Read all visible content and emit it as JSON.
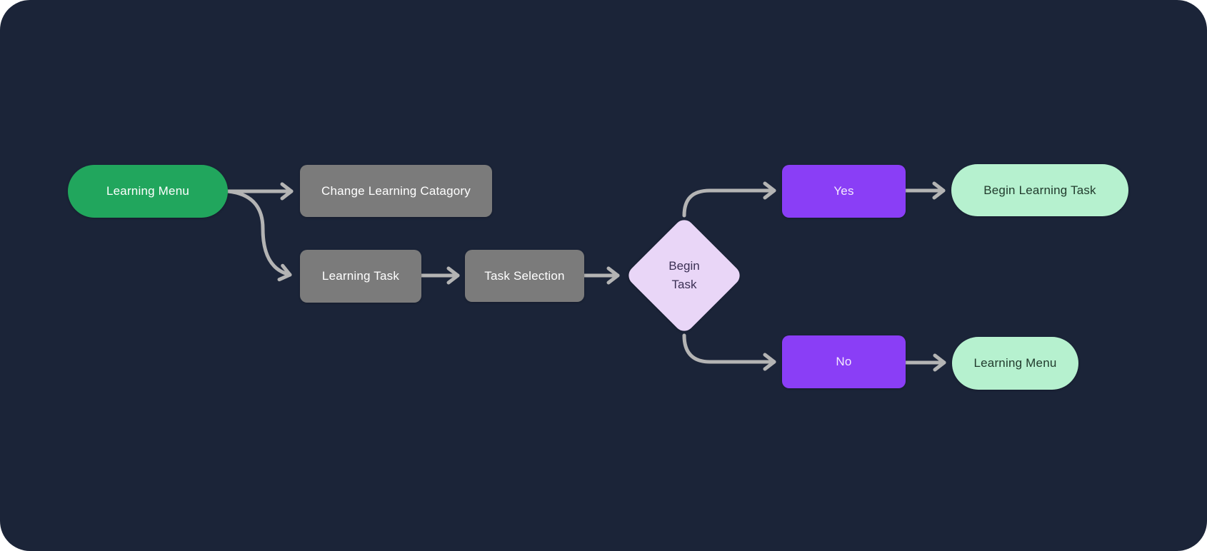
{
  "flowchart": {
    "nodes": {
      "start": {
        "label": "Learning Menu",
        "type": "start"
      },
      "change_category": {
        "label": "Change Learning Catagory",
        "type": "process"
      },
      "learning_task": {
        "label": "Learning Task",
        "type": "process"
      },
      "task_selection": {
        "label": "Task Selection",
        "type": "process"
      },
      "decision": {
        "line1": "Begin",
        "line2": "Task",
        "type": "decision"
      },
      "yes": {
        "label": "Yes",
        "type": "branch"
      },
      "no": {
        "label": "No",
        "type": "branch"
      },
      "begin_learning_task": {
        "label": "Begin Learning Task",
        "type": "terminal"
      },
      "end_menu": {
        "label": "Learning Menu",
        "type": "terminal"
      }
    },
    "edges": [
      {
        "from": "start",
        "to": "change_category"
      },
      {
        "from": "start",
        "to": "learning_task"
      },
      {
        "from": "learning_task",
        "to": "task_selection"
      },
      {
        "from": "task_selection",
        "to": "decision"
      },
      {
        "from": "decision",
        "to": "yes"
      },
      {
        "from": "yes",
        "to": "begin_learning_task"
      },
      {
        "from": "decision",
        "to": "no"
      },
      {
        "from": "no",
        "to": "end_menu"
      }
    ],
    "colors": {
      "background": "#1b2438",
      "start_node": "#21a65d",
      "process_node": "#7b7b7b",
      "branch_node": "#8a3ef6",
      "decision_node": "#e9d6f7",
      "decision_text": "#3b3054",
      "terminal_node": "#b6f1cf",
      "terminal_text": "#223b2d",
      "connector": "#b4b4b4"
    }
  }
}
